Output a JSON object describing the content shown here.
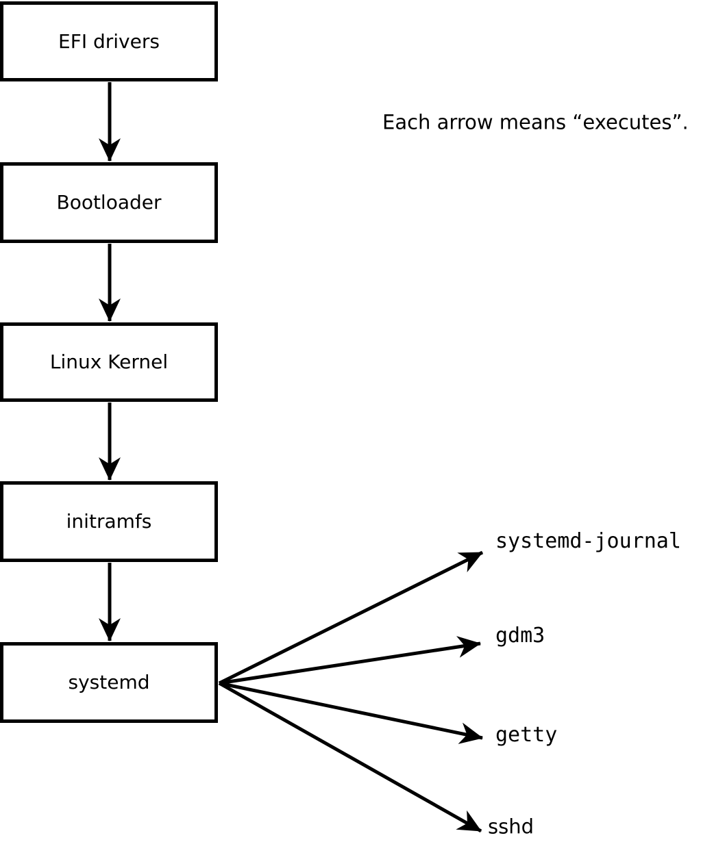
{
  "diagram": {
    "note": "Each arrow means “executes”.",
    "edge_meaning": "executes",
    "boot_chain": [
      {
        "id": "efi-drivers",
        "label": "EFI drivers"
      },
      {
        "id": "bootloader",
        "label": "Bootloader"
      },
      {
        "id": "linux-kernel",
        "label": "Linux Kernel"
      },
      {
        "id": "initramfs",
        "label": "initramfs"
      },
      {
        "id": "systemd",
        "label": "systemd"
      }
    ],
    "spawned_processes": [
      {
        "id": "systemd-journal",
        "label": "systemd-journal"
      },
      {
        "id": "gdm3",
        "label": "gdm3"
      },
      {
        "id": "getty",
        "label": "getty"
      },
      {
        "id": "sshd",
        "label": "sshd"
      }
    ],
    "colors": {
      "line": "#000000",
      "text": "#000000",
      "box_fill": "#ffffff",
      "background": "#ffffff"
    }
  }
}
